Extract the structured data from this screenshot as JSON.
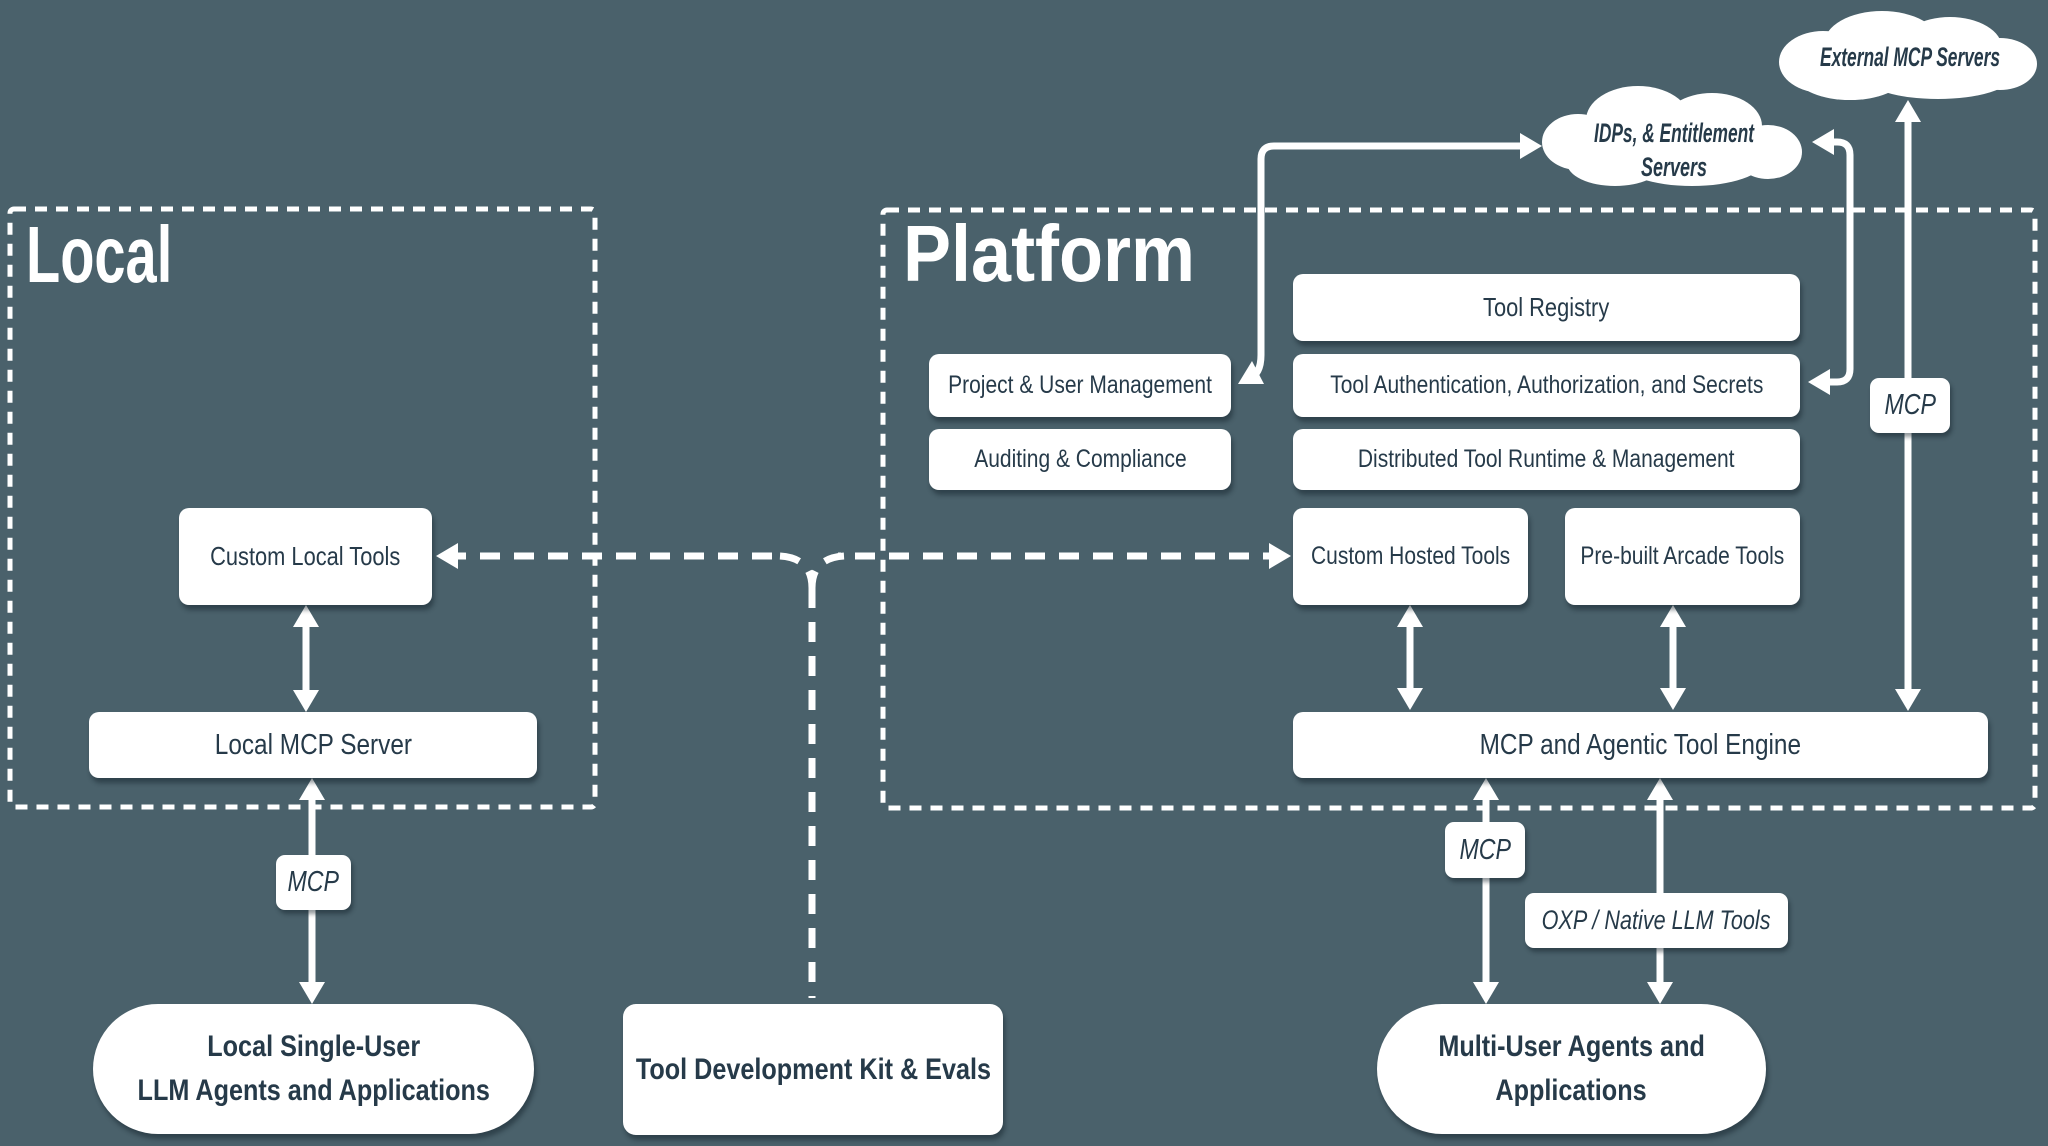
{
  "colors": {
    "background": "#4a616b",
    "ink": "#263a49",
    "line": "#ffffff"
  },
  "regions": {
    "local": "Local",
    "platform": "Platform"
  },
  "boxes": {
    "custom_local_tools": "Custom Local Tools",
    "local_mcp_server": "Local MCP Server",
    "tool_registry": "Tool Registry",
    "project_user_management": "Project & User Management",
    "tool_auth": "Tool Authentication, Authorization, and Secrets",
    "auditing_compliance": "Auditing & Compliance",
    "distributed_runtime": "Distributed Tool Runtime & Management",
    "custom_hosted_tools": "Custom Hosted Tools",
    "prebuilt_arcade_tools": "Pre-built Arcade Tools",
    "tool_engine": "MCP and Agentic Tool Engine",
    "tool_dev_kit": "Tool Development Kit & Evals"
  },
  "pills": {
    "local_agents": {
      "line1": "Local Single-User",
      "line2": "LLM Agents and Applications"
    },
    "multi_user_agents": {
      "line1": "Multi-User Agents and",
      "line2": "Applications"
    }
  },
  "clouds": {
    "external_mcp": "External MCP Servers",
    "idps": {
      "line1": "IDPs, & Entitlement",
      "line2": "Servers"
    }
  },
  "edge_labels": {
    "mcp_local": "MCP",
    "mcp_external": "MCP",
    "mcp_client": "MCP",
    "oxp": "OXP / Native LLM Tools"
  }
}
